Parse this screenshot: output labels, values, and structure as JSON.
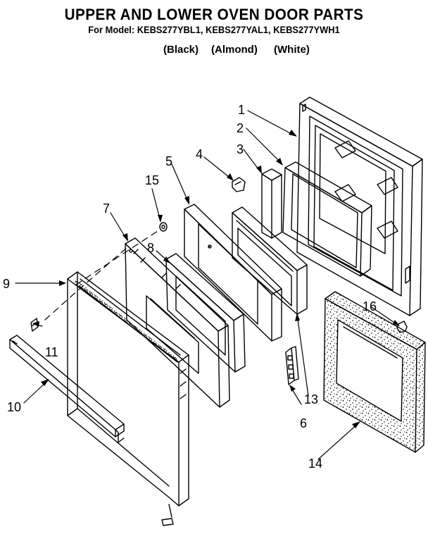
{
  "header": {
    "title": "UPPER AND LOWER OVEN DOOR PARTS",
    "subtitle": "For Model: KEBS277YBL1, KEBS277YAL1, KEBS277YWH1",
    "colors": [
      "(Black)",
      "(Almond)",
      "(White)"
    ]
  },
  "callouts": [
    "1",
    "2",
    "3",
    "4",
    "5",
    "6",
    "7",
    "8",
    "9",
    "10",
    "11",
    "13",
    "14",
    "15",
    "16"
  ]
}
